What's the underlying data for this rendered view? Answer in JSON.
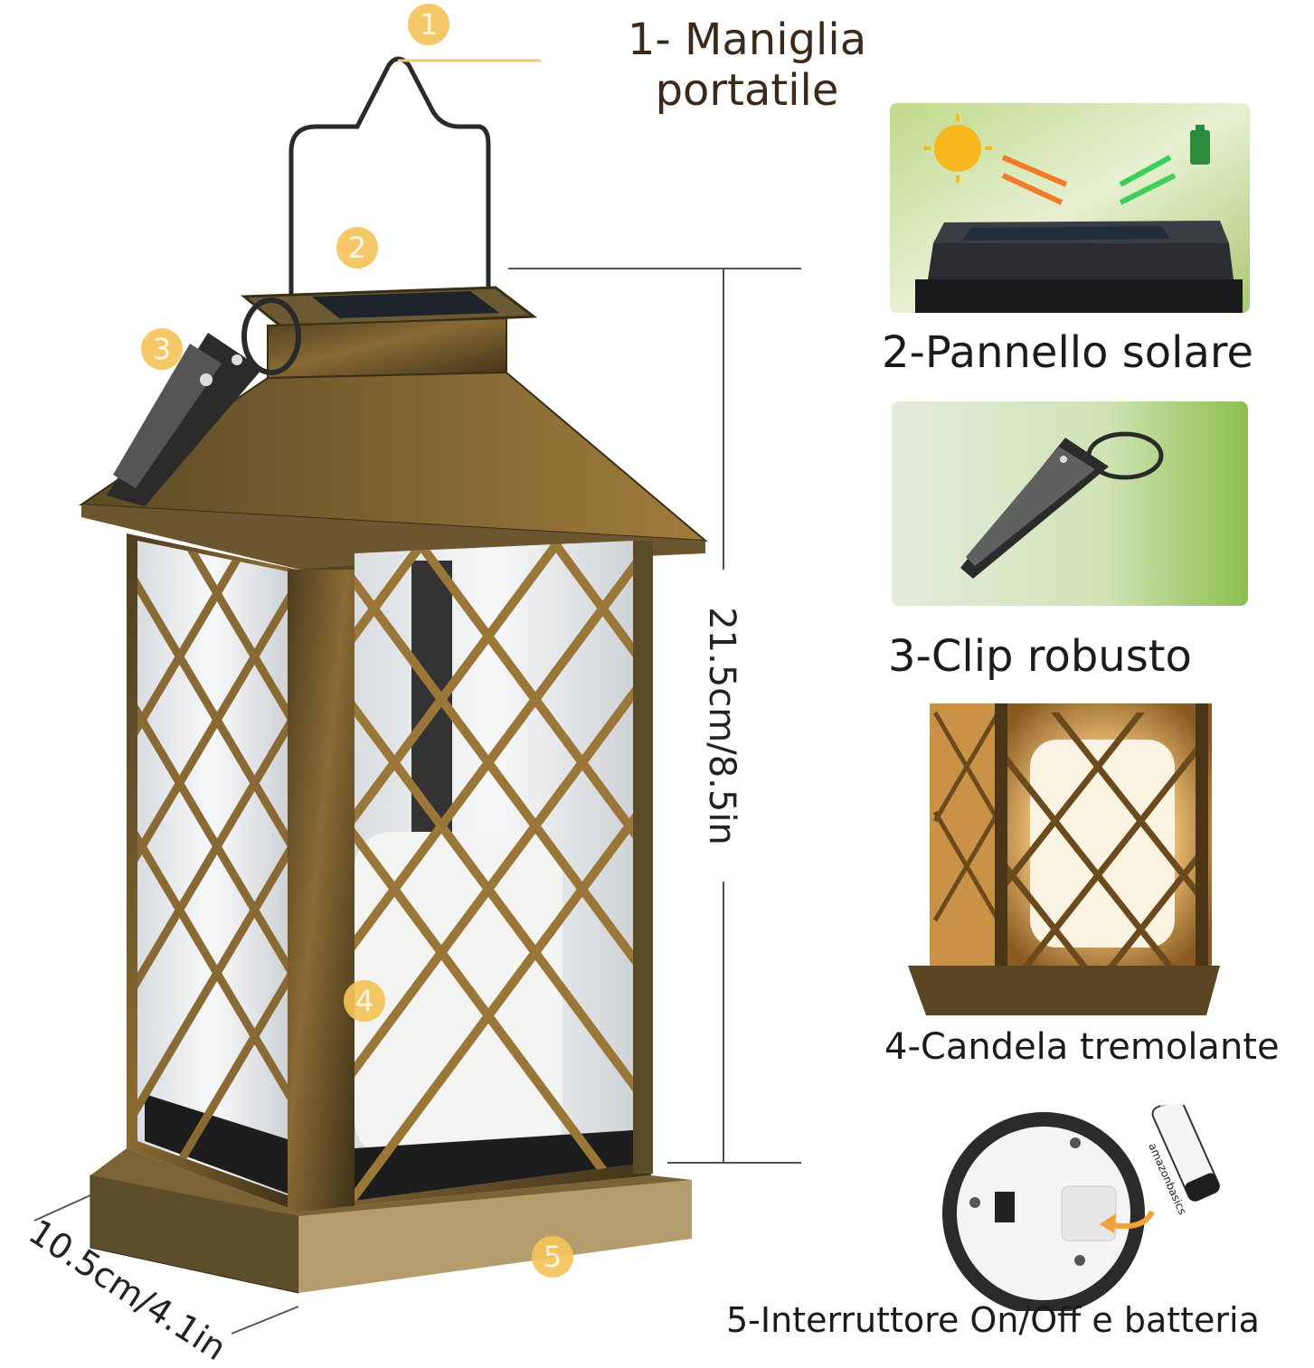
{
  "callouts": {
    "handle_number": "1",
    "handle_label_line1": "1- Maniglia",
    "handle_label_line2": "portatile",
    "solar_number": "2",
    "clip_number": "3",
    "candle_number": "4",
    "switch_number": "5"
  },
  "dimensions": {
    "height": "21.5cm/8.5in",
    "width": "10.5cm/4.1in"
  },
  "features": [
    {
      "label": "2-Pannello solare"
    },
    {
      "label": "3-Clip robusto"
    },
    {
      "label": "4-Candela tremolante"
    },
    {
      "label": "5-Interruttore On/Off e batteria"
    }
  ],
  "battery_brand": "amazonbasics",
  "colors": {
    "bronze": "#5a4a28",
    "bronze_highlight": "#b08a3e",
    "badge": "#f4c45a",
    "callout_text": "#3b2a1a"
  }
}
